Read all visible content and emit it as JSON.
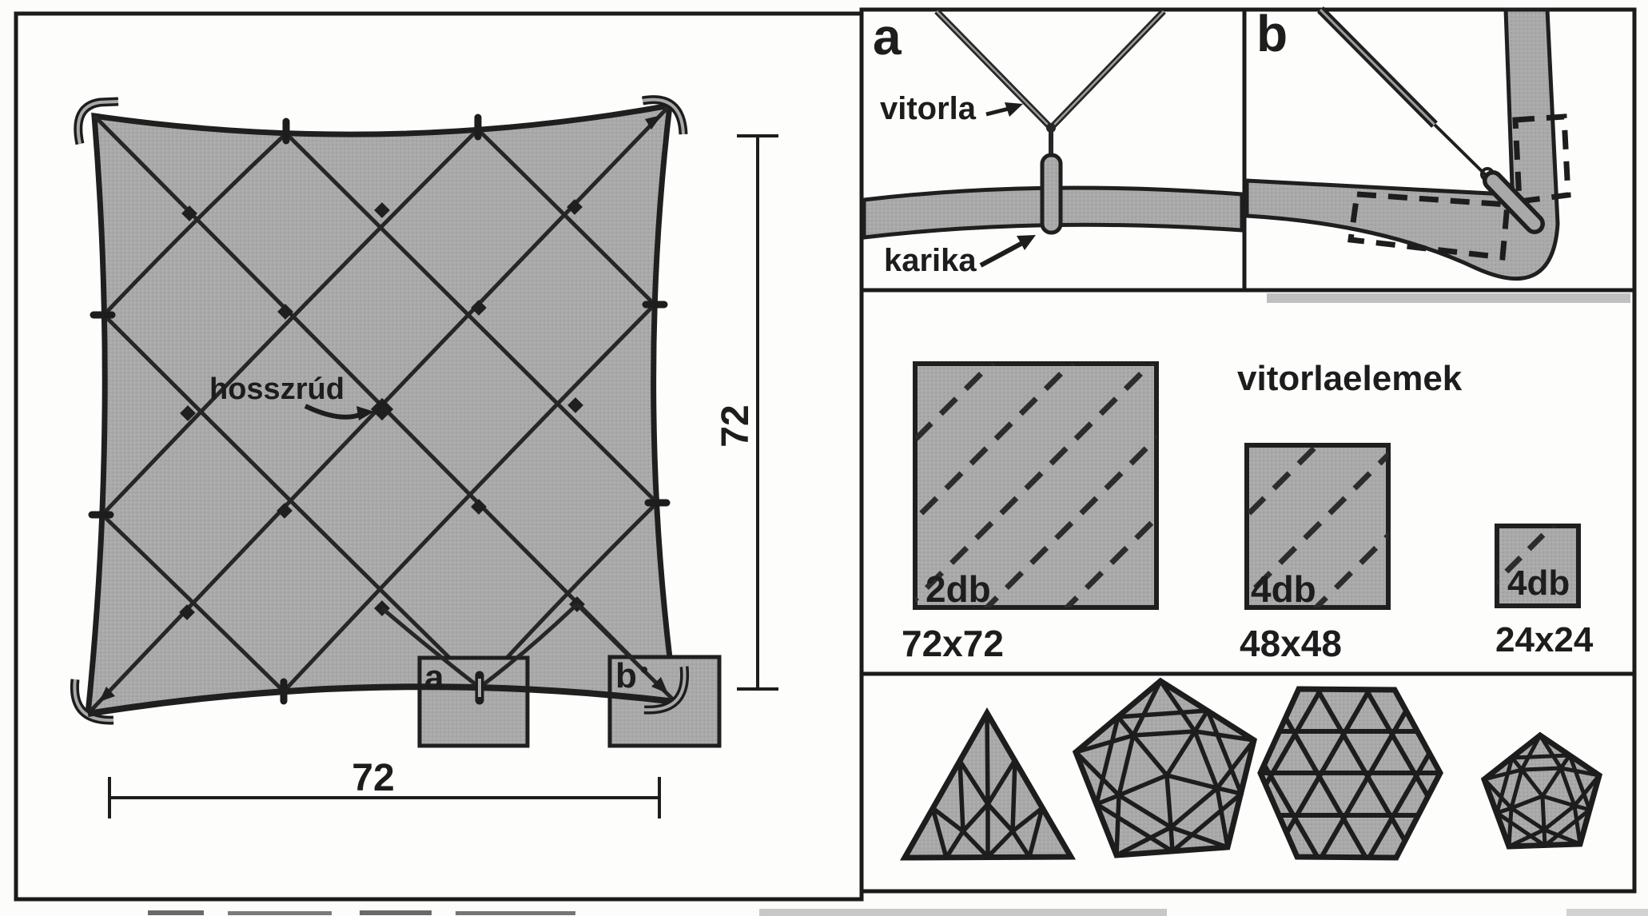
{
  "sail_panel": {
    "rod_label": "hosszrúd",
    "dim_bottom": "72",
    "dim_right": "72",
    "inset_a": "a",
    "inset_b": "b"
  },
  "detail_a": {
    "label": "a",
    "sail_label": "vitorla",
    "ring_label": "karika"
  },
  "detail_b": {
    "label": "b"
  },
  "elements_panel": {
    "title": "vitorlaelemek",
    "items": [
      {
        "count": "2db",
        "size": "72x72"
      },
      {
        "count": "4db",
        "size": "48x48"
      },
      {
        "count": "4db",
        "size": "24x24"
      }
    ]
  }
}
